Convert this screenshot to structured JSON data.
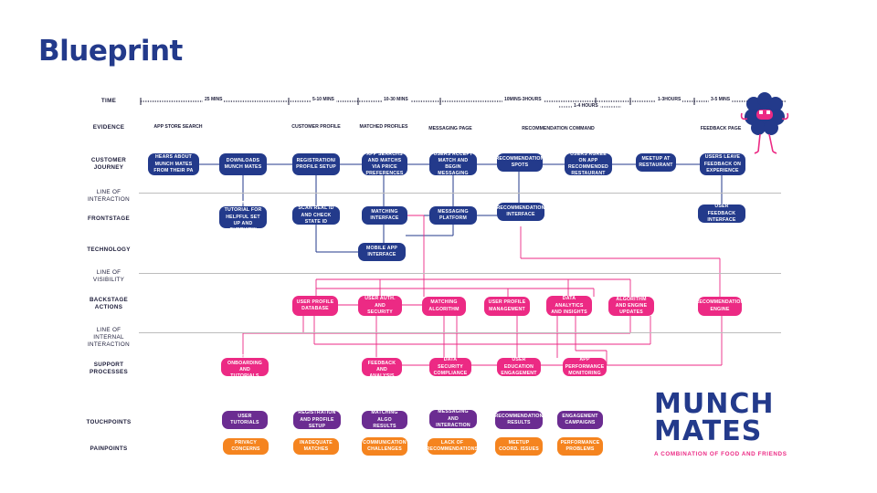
{
  "title": "Blueprint",
  "rows": {
    "time": "Time",
    "evidence": "Evidence",
    "customer_journey": "Customer\nJourney",
    "line_of_interaction": "Line of\nInteraction",
    "frontstage": "Frontstage",
    "technology": "Technology",
    "line_of_visibility": "Line of\nVisibility",
    "backstage": "Backstage\nActions",
    "line_of_internal": "Line of\nInternal\nInteraction",
    "support": "Support\nProcesses",
    "touchpoints": "Touchpoints",
    "painpoints": "Painpoints"
  },
  "time_labels": [
    "25 mins",
    "5-10 mins",
    "10-30 mins",
    "10mins-3hours",
    "1-4 hours",
    "1-3hours",
    "3-5 mins"
  ],
  "evidence": [
    "App store search",
    "Customer Profile",
    "Matched Profiles",
    "Messaging page",
    "Recommendation command",
    "Feedback page"
  ],
  "customer_journey": [
    "Hears about Munch Mates from their PA",
    "Downloads Munch Mates",
    "Registration/ profile setup",
    "App searchs and matchs via price preferences",
    "Users accept match and begin messaging",
    "Recommendation spots",
    "Users agree on app recommended restaurant",
    "Meetup at restaurant",
    "Users leave feedback on experience"
  ],
  "frontstage": [
    "In-app tutorial for helpful set up and overview",
    "Scan real ID and check state ID",
    "Matching interface",
    "Messaging platform",
    "Recommendation interface",
    "User feedback interface"
  ],
  "technology": [
    "Mobile app interface"
  ],
  "backstage": [
    "User profile database",
    "User auth. and security",
    "Matching algorithm",
    "User profile management",
    "Data Analytics and insights",
    "Algorithm and engine updates",
    "Recommendation engine"
  ],
  "support": [
    "User onboarding and tutorials",
    "User feedback and analysis",
    "Data security compliance",
    "User education engagement",
    "App performance monitoring"
  ],
  "touchpoints": [
    "User tutorials",
    "Registration and profile setup",
    "Matching algo results",
    "Messaging and interaction",
    "Recommendation results",
    "Engagement campaigns"
  ],
  "painpoints": [
    "Privacy concerns",
    "Inadequate matches",
    "Communication challenges",
    "Lack of recommendations",
    "Meetup coord. issues",
    "Performance problems"
  ],
  "logo": {
    "line1": "MUNCH",
    "line2": "MATES",
    "tagline": "A combination of food and friends"
  },
  "colors": {
    "blue": "#233a8b",
    "pink": "#ec2a84",
    "purple": "#6b2c91",
    "orange": "#f5841f"
  }
}
